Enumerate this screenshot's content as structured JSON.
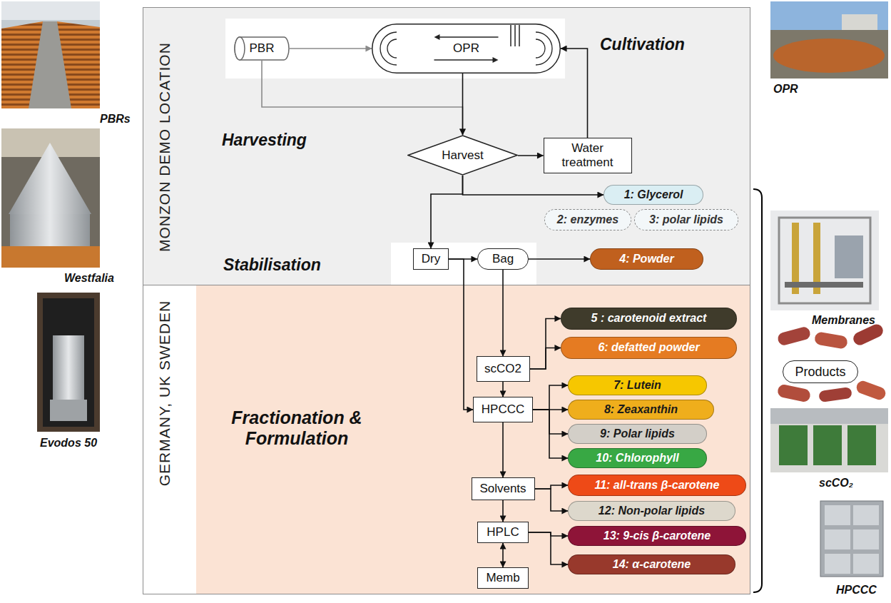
{
  "diagram": {
    "nodes": [
      {
        "text": [
          "MONZON DEMO LOCATION",
          "Cultivation",
          "Harvesting",
          "Stabilisation"
        ]
      },
      {
        "text": [
          "PBR"
        ],
        "in": 0
      },
      {
        "text": [
          "OPR"
        ],
        "in": 0
      },
      {
        "text": [
          "Harvest"
        ],
        "in": 0
      },
      {
        "text": [
          "Water treatment"
        ],
        "in": 0
      },
      {
        "text": [
          "1: Glycerol"
        ],
        "in": 0
      },
      {
        "text": [
          "2: enzymes"
        ],
        "in": 0
      },
      {
        "text": [
          "3: polar lipids"
        ],
        "in": 0
      },
      {
        "text": [
          "Dry"
        ],
        "in": 0
      },
      {
        "text": [
          "Bag"
        ],
        "in": 0
      },
      {
        "text": [
          "4: Powder"
        ],
        "in": 0
      },
      {
        "text": [
          "GERMANY, UK SWEDEN",
          "Fractionation & Formulation"
        ]
      },
      {
        "text": [
          "scCO2"
        ],
        "in": 11
      },
      {
        "text": [
          "5 : carotenoid extract"
        ],
        "in": 11
      },
      {
        "text": [
          "6: defatted powder"
        ],
        "in": 11
      },
      {
        "text": [
          "HPCCC"
        ],
        "in": 11
      },
      {
        "text": [
          "7: Lutein"
        ],
        "in": 11
      },
      {
        "text": [
          "8: Zeaxanthin"
        ],
        "in": 11
      },
      {
        "text": [
          "9: Polar lipids"
        ],
        "in": 11
      },
      {
        "text": [
          "10: Chlorophyll"
        ],
        "in": 11
      },
      {
        "text": [
          "Solvents"
        ],
        "in": 11
      },
      {
        "text": [
          "11: all-trans β-carotene"
        ],
        "in": 11
      },
      {
        "text": [
          "12: Non-polar lipids"
        ],
        "in": 11
      },
      {
        "text": [
          "HPLC"
        ],
        "in": 11
      },
      {
        "text": [
          "13: 9-cis β-carotene"
        ],
        "in": 11
      },
      {
        "text": [
          "14: α-carotene"
        ],
        "in": 11
      },
      {
        "text": [
          "Memb"
        ],
        "in": 11
      },
      {
        "text": [
          "Products"
        ]
      }
    ],
    "edges": [
      {
        "from": 1,
        "to": 2,
        "arrow": "to"
      },
      {
        "from": 1,
        "to": 3,
        "arrow": "to"
      },
      {
        "from": 2,
        "to": 3,
        "arrow": "to"
      },
      {
        "from": 3,
        "to": 4,
        "arrow": "to"
      },
      {
        "from": 4,
        "to": 2,
        "arrow": "to"
      },
      {
        "from": 3,
        "to": 5,
        "arrow": "to"
      },
      {
        "from": 3,
        "to": 8,
        "arrow": "to"
      },
      {
        "from": 8,
        "to": 9,
        "arrow": "to"
      },
      {
        "from": 9,
        "to": 10,
        "arrow": "to"
      },
      {
        "from": 9,
        "to": 12,
        "arrow": "to"
      },
      {
        "from": 8,
        "to": 15,
        "arrow": "to"
      },
      {
        "from": 12,
        "to": 13,
        "arrow": "to"
      },
      {
        "from": 12,
        "to": 14,
        "arrow": "to"
      },
      {
        "from": 12,
        "to": 15,
        "arrow": "to"
      },
      {
        "from": 15,
        "to": 16,
        "arrow": "to"
      },
      {
        "from": 15,
        "to": 17,
        "arrow": "to"
      },
      {
        "from": 15,
        "to": 18,
        "arrow": "to"
      },
      {
        "from": 15,
        "to": 19,
        "arrow": "to"
      },
      {
        "from": 15,
        "to": 20,
        "arrow": "to"
      },
      {
        "from": 20,
        "to": 21,
        "arrow": "to"
      },
      {
        "from": 20,
        "to": 22,
        "arrow": "to"
      },
      {
        "from": 20,
        "to": 23,
        "arrow": "to"
      },
      {
        "from": 23,
        "to": 26,
        "arrow": "both"
      },
      {
        "from": 23,
        "to": 24,
        "arrow": "to"
      },
      {
        "from": 23,
        "to": 25,
        "arrow": "to"
      }
    ],
    "labels": [
      "PBRs",
      "Westfalia",
      "Evodos 50",
      "OPR",
      "Membranes",
      "scCO₂",
      "HPCCC"
    ]
  }
}
